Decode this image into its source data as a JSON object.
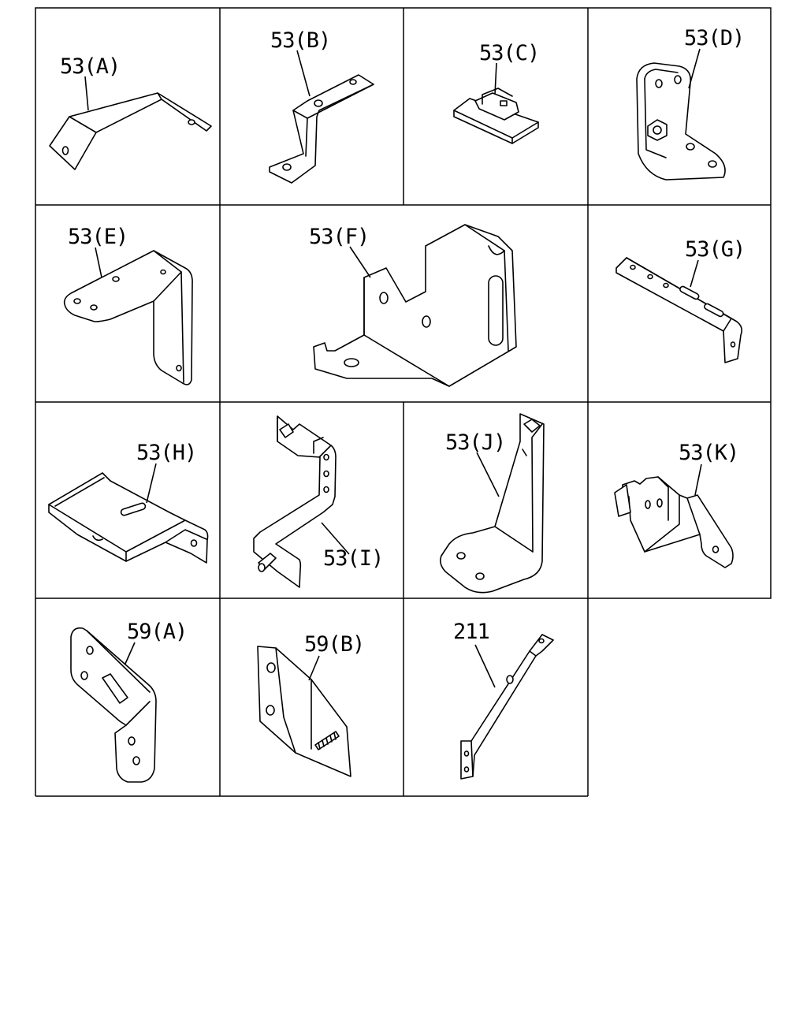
{
  "labels": {
    "a53": "53(A)",
    "b53": "53(B)",
    "c53": "53(C)",
    "d53": "53(D)",
    "e53": "53(E)",
    "f53": "53(F)",
    "g53": "53(G)",
    "h53": "53(H)",
    "i53": "53(I)",
    "j53": "53(J)",
    "k53": "53(K)",
    "a59": "59(A)",
    "b59": "59(B)",
    "p211": "211"
  }
}
